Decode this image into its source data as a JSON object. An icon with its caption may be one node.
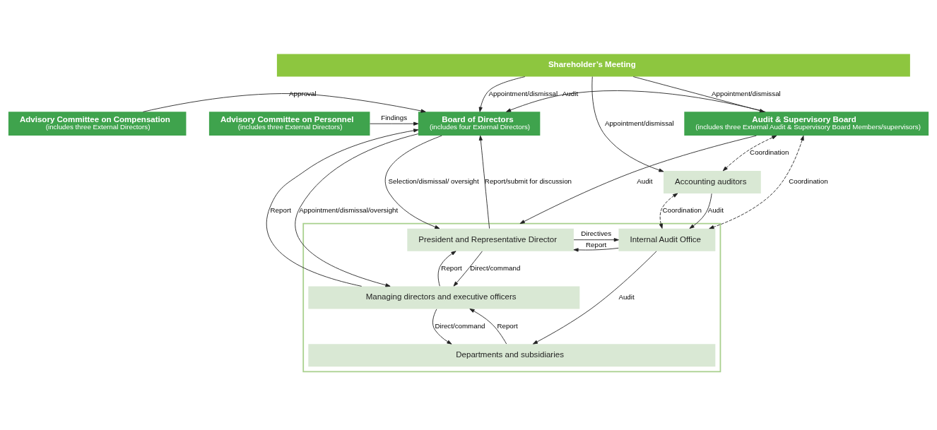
{
  "diagram": {
    "nodes": [
      {
        "text": [
          "Shareholder’s Meeting"
        ]
      },
      {
        "text": [
          "Advisory Committee on Personnel",
          "(includes three External Directors)"
        ]
      },
      {
        "text": [
          "Advisory Committee on Compensation",
          "(includes three External Directors)"
        ]
      },
      {
        "text": [
          "Board of Directors",
          "(includes four External Directors)"
        ]
      },
      {
        "text": [
          "Audit & Supervisory Board",
          "(includes three External Audit & Supervisory Board Members/supervisors)"
        ]
      },
      {
        "text": [
          "Accounting auditors"
        ]
      },
      {
        "text": [],
        "shape": "box"
      },
      {
        "text": [
          "President and Representative Director"
        ],
        "in": 6
      },
      {
        "text": [
          "Internal Audit Office"
        ],
        "in": 6
      },
      {
        "text": [
          "Managing directors and executive officers"
        ],
        "in": 6
      },
      {
        "text": [
          "Departments and subsidiaries"
        ],
        "in": 6
      }
    ],
    "edges": [
      {
        "from": 0,
        "to": 3,
        "arrow": "to",
        "label": "Appointment/dismissal"
      },
      {
        "from": 0,
        "to": 4,
        "arrow": "to",
        "label": "Appointment/dismissal"
      },
      {
        "from": 0,
        "to": 5,
        "arrow": "to",
        "label": "Appointment/dismissal"
      },
      {
        "from": 1,
        "to": 3,
        "arrow": "to",
        "label": "Findings"
      },
      {
        "from": 2,
        "to": 3,
        "arrow": "to",
        "label": "Approval"
      },
      {
        "from": 4,
        "to": 3,
        "arrow": "to",
        "label": "Audit"
      },
      {
        "from": 4,
        "to": 5,
        "arrow": "both",
        "label": "Coordination",
        "style": "dashed"
      },
      {
        "from": 3,
        "to": 9,
        "arrow": "to",
        "label": "Appointment/dismissal/oversight"
      },
      {
        "from": 9,
        "to": 3,
        "arrow": "to",
        "label": "Report"
      },
      {
        "from": 7,
        "to": 3,
        "arrow": "to",
        "label": "Report/submit for discussion"
      },
      {
        "from": 3,
        "to": 7,
        "arrow": "to",
        "label": "Selection/dismissal/ oversight"
      },
      {
        "from": 4,
        "to": 6,
        "arrow": "to",
        "label": "Audit"
      },
      {
        "from": 4,
        "to": 8,
        "arrow": "both",
        "label": "Coordination",
        "style": "dashed"
      },
      {
        "from": 7,
        "to": 8,
        "arrow": "to",
        "label": "Directives"
      },
      {
        "from": 8,
        "to": 7,
        "arrow": "to",
        "label": "Report"
      },
      {
        "from": 9,
        "to": 7,
        "arrow": "to",
        "label": "Report"
      },
      {
        "from": 7,
        "to": 9,
        "arrow": "to",
        "label": "Direct/command"
      },
      {
        "from": 10,
        "to": 9,
        "arrow": "to",
        "label": "Report"
      },
      {
        "from": 9,
        "to": 10,
        "arrow": "to",
        "label": "Direct/command"
      },
      {
        "from": 8,
        "to": 5,
        "arrow": "both",
        "label": "Coordination",
        "style": "dashed"
      },
      {
        "from": 5,
        "to": 8,
        "arrow": "to",
        "label": "Audit"
      },
      {
        "from": 8,
        "to": 10,
        "arrow": "to",
        "label": "Audit"
      }
    ]
  }
}
